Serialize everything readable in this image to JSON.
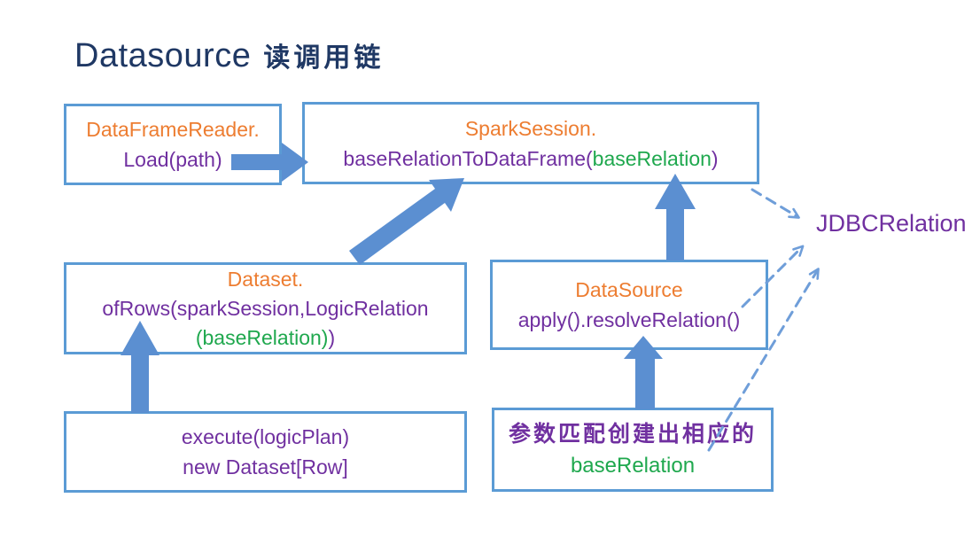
{
  "title": {
    "main": "Datasource",
    "suffix": "读调用链"
  },
  "nodes": {
    "reader": {
      "class_name": "DataFrameReader.",
      "method": "Load(path)"
    },
    "spark": {
      "class_name": "SparkSession.",
      "method_pre": "baseRelationToDataFrame(",
      "method_arg": "baseRelation",
      "method_post": ")"
    },
    "dataset": {
      "class_name": "Dataset.",
      "method": "ofRows(sparkSession,LogicRelation",
      "arg": "(baseRelation)",
      "arg_post": ")"
    },
    "datasource": {
      "class_name": "DataSource",
      "method": "apply().resolveRelation()"
    },
    "execute": {
      "line1": "execute(logicPlan)",
      "line2": "new Dataset[Row]"
    },
    "match": {
      "line1": "参数匹配创建出相应的",
      "line2": "baseRelation"
    }
  },
  "labels": {
    "jdbc_relation": "JDBCRelation"
  },
  "colors": {
    "box_border": "#5B9BD5",
    "solid_arrow": "#5B8FD1",
    "dashed_arrow": "#6F9ED9",
    "class_orange": "#ED7D31",
    "code_purple": "#7030A0",
    "arg_green": "#1FA84E",
    "title_navy": "#1F3864"
  }
}
